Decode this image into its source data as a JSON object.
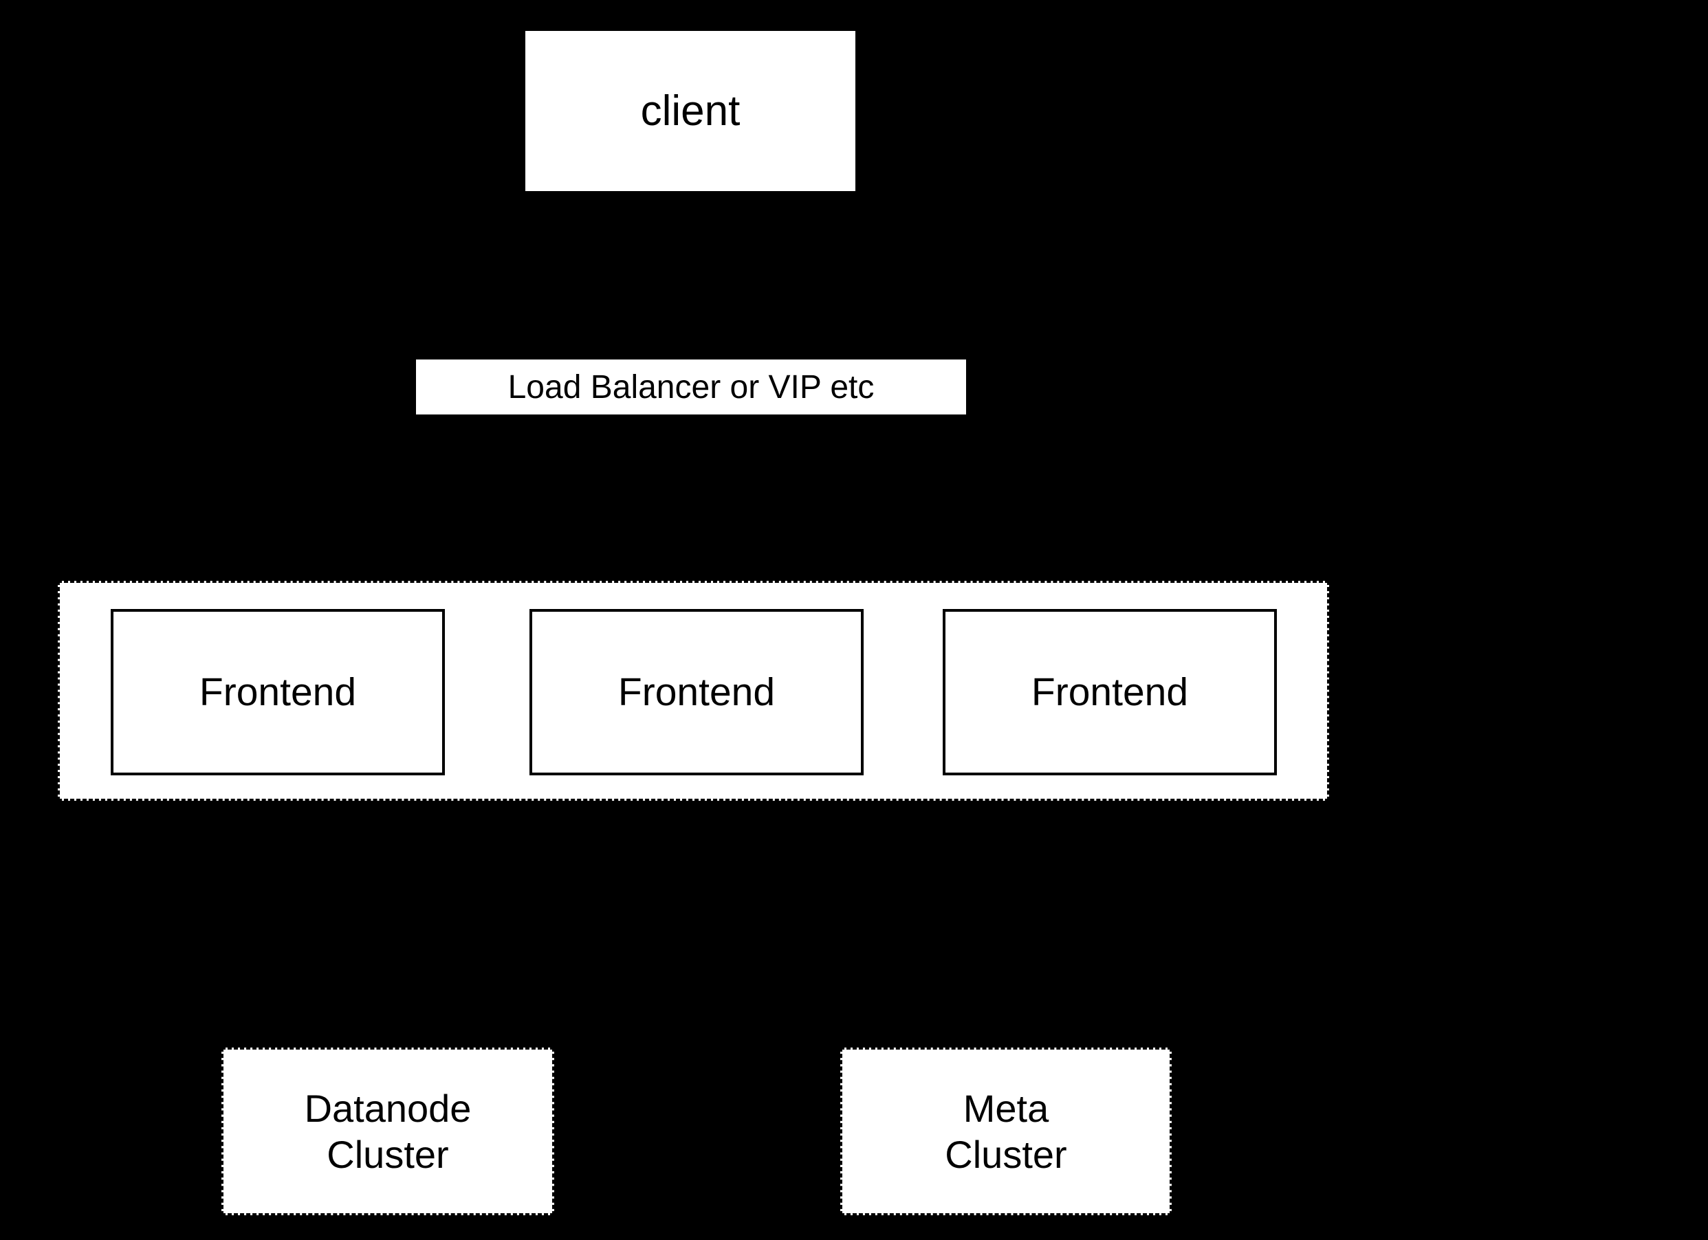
{
  "colors": {
    "background": "#000000",
    "node_fill": "#ffffff",
    "node_text": "#000000",
    "border": "#000000"
  },
  "nodes": {
    "client": {
      "label": "client"
    },
    "load_balancer": {
      "label": "Load Balancer or VIP etc"
    },
    "frontend_group": {
      "frontends": [
        {
          "label": "Frontend"
        },
        {
          "label": "Frontend"
        },
        {
          "label": "Frontend"
        }
      ]
    },
    "datanode_cluster": {
      "lines": [
        "Datanode",
        "Cluster"
      ]
    },
    "meta_cluster": {
      "lines": [
        "Meta",
        "Cluster"
      ]
    }
  }
}
